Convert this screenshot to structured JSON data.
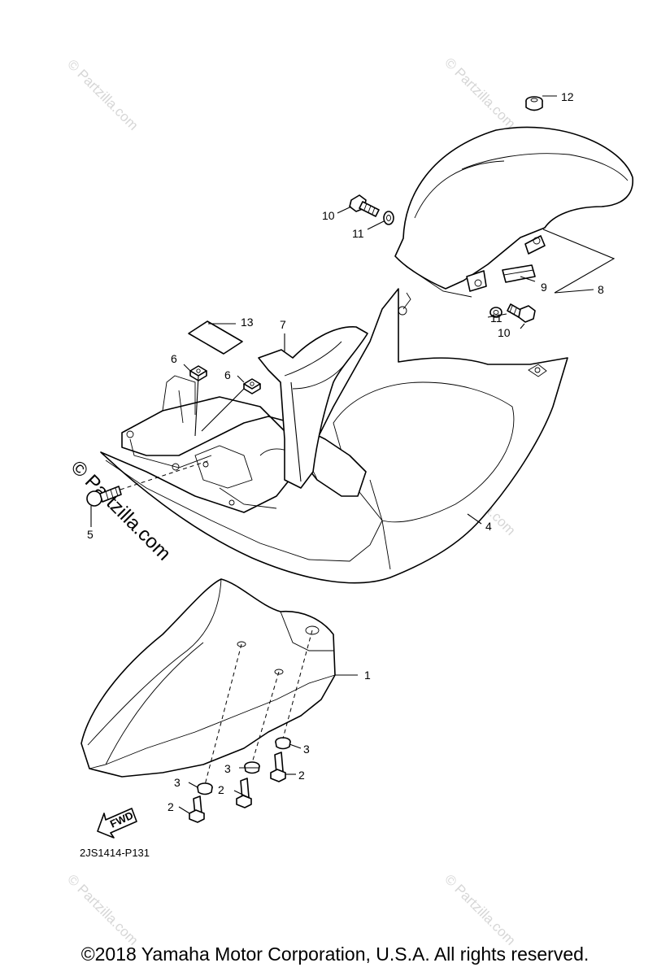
{
  "diagram_code": "2JS1414-P131",
  "copyright": "©2018  Yamaha Motor Corporation, U.S.A. All rights reserved.",
  "watermark": "© Partzilla.com",
  "fwd_label": "FWD",
  "callouts": {
    "p1": "1",
    "p2a": "2",
    "p2b": "2",
    "p2c": "2",
    "p3a": "3",
    "p3b": "3",
    "p3c": "3",
    "p4": "4",
    "p5": "5",
    "p6a": "6",
    "p6b": "6",
    "p7": "7",
    "p8": "8",
    "p9": "9",
    "p10a": "10",
    "p10b": "10",
    "p11a": "11",
    "p11b": "11",
    "p12": "12",
    "p13": "13"
  }
}
